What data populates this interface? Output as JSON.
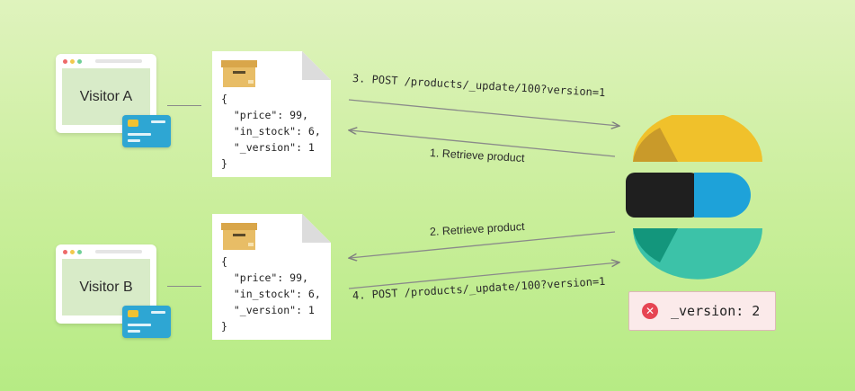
{
  "visitors": [
    {
      "label": "Visitor A"
    },
    {
      "label": "Visitor B"
    }
  ],
  "documents": [
    {
      "json": "{\n  \"price\": 99,\n  \"in_stock\": 6,\n  \"_version\": 1\n}"
    },
    {
      "json": "{\n  \"price\": 99,\n  \"in_stock\": 6,\n  \"_version\": 1\n}"
    }
  ],
  "steps": {
    "step3": "3. POST /products/_update/100?version=1",
    "step1": "1. Retrieve product",
    "step2": "2. Retrieve product",
    "step4": "4. POST /products/_update/100?version=1"
  },
  "error": {
    "text": "_version: 2",
    "icon": "close-circle-icon"
  },
  "colors": {
    "logo_yellow": "#f0c12b",
    "logo_black": "#1f1f1f",
    "logo_blue": "#1ea2d9",
    "logo_teal": "#3cc2a8",
    "error_red": "#e64553"
  }
}
